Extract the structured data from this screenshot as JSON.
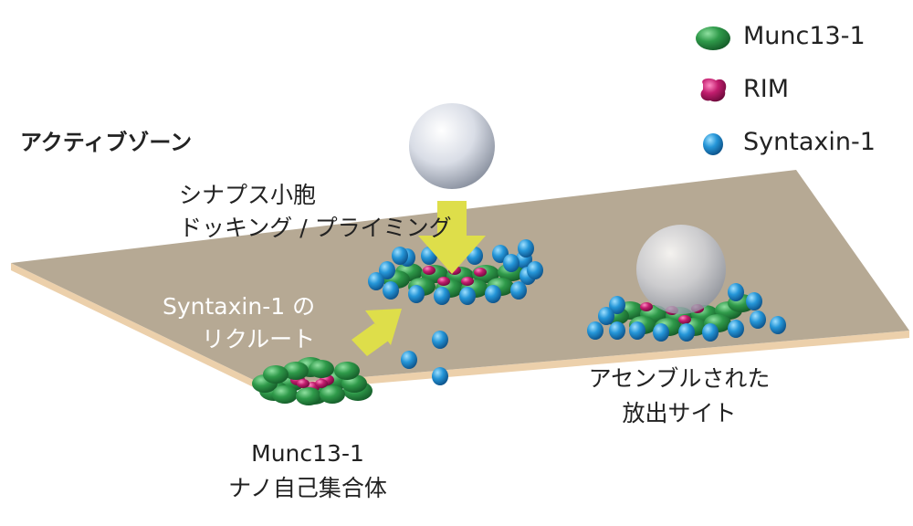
{
  "legend": [
    {
      "icon": "munc13-1-icon",
      "label": "Munc13-1",
      "color": "#2f9a4a"
    },
    {
      "icon": "rim-icon",
      "label": "RIM",
      "color": "#c21d6e"
    },
    {
      "icon": "syntaxin-1-icon",
      "label": "Syntaxin-1",
      "color": "#2596d8"
    }
  ],
  "labels": {
    "active_zone": "アクティブゾーン",
    "vesicle_docking_line1": "シナプス小胞",
    "vesicle_docking_line2": "ドッキング / プライミング",
    "syntaxin_recruit_line1": "Syntaxin-1 の",
    "syntaxin_recruit_line2": "リクルート",
    "assembled_site_line1": "アセンブルされた",
    "assembled_site_line2": "放出サイト",
    "nanoassembly_line1": "Munc13-1",
    "nanoassembly_line2": "ナノ自己集合体"
  },
  "colors": {
    "membrane": "#b5a894",
    "membrane_edge": "#e8c9a0",
    "munc13": "#2f9a4a",
    "rim": "#c21d6e",
    "syntaxin": "#2596d8",
    "arrow": "#dede4a",
    "vesicle": "#dfe3ea"
  }
}
